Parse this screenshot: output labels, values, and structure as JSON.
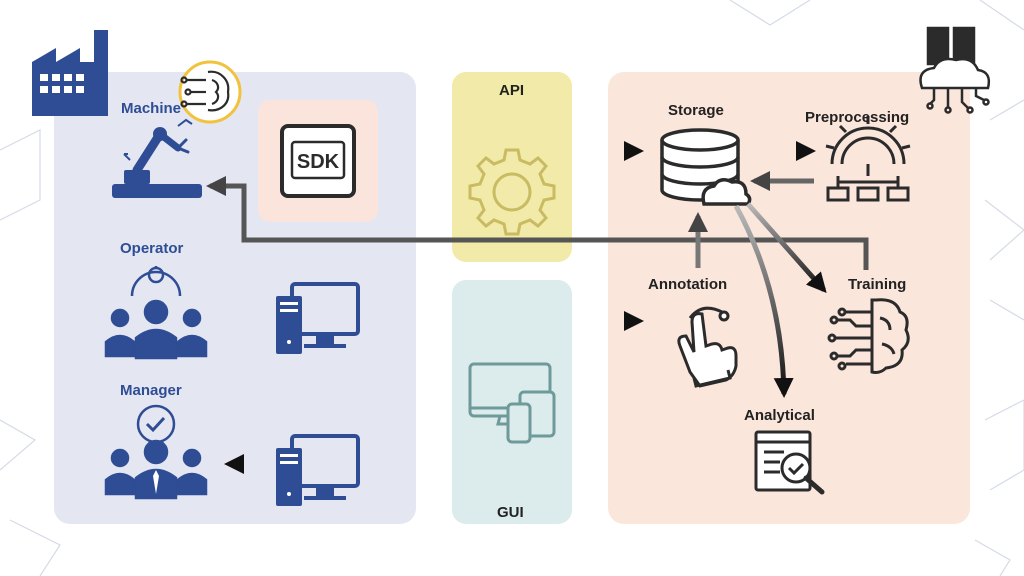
{
  "labels": {
    "machine": "Machine",
    "operator": "Operator",
    "manager": "Manager",
    "api": "API",
    "gui": "GUI",
    "storage": "Storage",
    "preprocessing": "Preprocessing",
    "annotation": "Annotation",
    "training": "Training",
    "analytical": "Analytical",
    "sdk": "SDK"
  },
  "colors": {
    "actors_panel": "#e4e6f2",
    "api_panel": "#f2eaa8",
    "gui_panel": "#dcecec",
    "server_panel": "#fbe6dc",
    "sdk_box": "#fbe4dc",
    "blue_icon": "#2e4d94",
    "dark_icon": "#2b2b2b",
    "api_icon": "#c9bb62",
    "gui_icon": "#6f9a9a",
    "accent_ring": "#f2c23c"
  },
  "icons": {
    "factory": "factory-icon",
    "brain": "brain-chip-icon",
    "robot_arm": "robot-arm-icon",
    "operator_group": "operator-group-icon",
    "manager_group": "manager-group-icon",
    "sdk": "sdk-box-icon",
    "desktop": "desktop-computer-icon",
    "gear": "gear-icon",
    "devices": "responsive-devices-icon",
    "database": "database-cloud-icon",
    "preprocessing": "preprocessing-gear-icon",
    "annotation": "hand-touch-icon",
    "training": "ai-brain-icon",
    "analytical": "report-search-icon",
    "cloud_server": "cloud-server-icon"
  }
}
